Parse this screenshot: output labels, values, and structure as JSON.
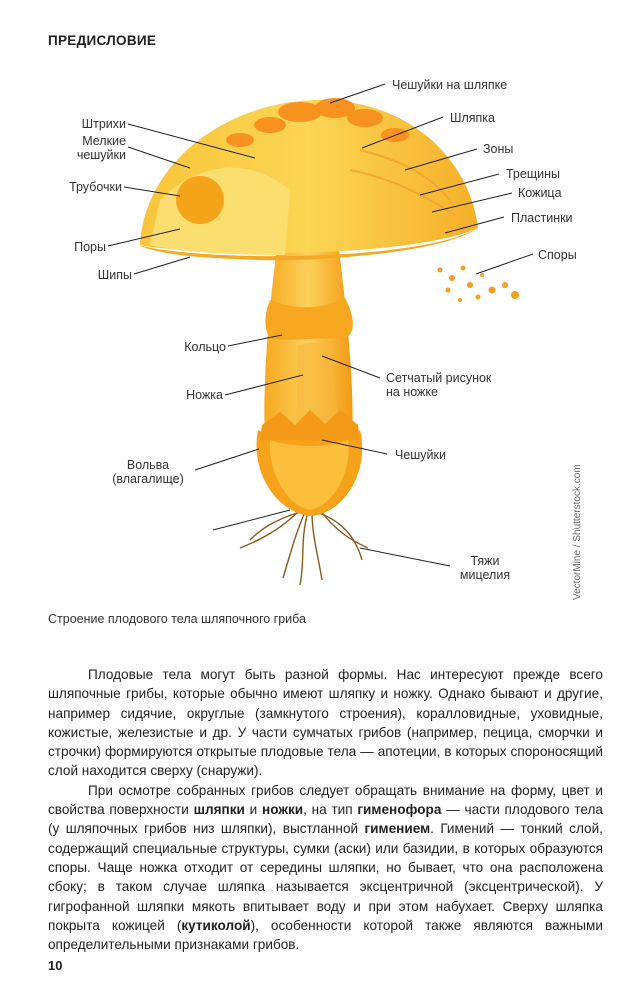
{
  "header": {
    "title": "ПРЕДИСЛОВИЕ"
  },
  "diagram": {
    "labels": {
      "scales_cap": "Чешуйки на шляпке",
      "streaks": "Штрихи",
      "small_scales": "Мелкие\nчешуйки",
      "cap": "Шляпка",
      "zones": "Зоны",
      "tubules": "Трубочки",
      "cracks": "Трещины",
      "skin": "Кожица",
      "gills": "Пластинки",
      "pores": "Поры",
      "spores": "Споры",
      "spines": "Шипы",
      "ring": "Кольцо",
      "net_pattern": "Сетчатый рисунок\nна ножке",
      "stem": "Ножка",
      "stem_scales": "Чешуйки",
      "volva": "Вольва\n(влагалище)",
      "mycelium": "Тяжи\nмицелия"
    },
    "credit": "VectorMine / Shutterstock.com",
    "caption": "Строение плодового тела шляпочного гриба",
    "colors": {
      "cap_orange": "#f7a21b",
      "cap_yellow": "#fcd24d",
      "stem": "#fbbf3b",
      "roots": "#8a5a1f"
    }
  },
  "body": {
    "p1": "Плодовые тела могут быть разной формы. Нас интересуют прежде все­го шляпочные грибы, которые обычно имеют шляпку и ножку. Однако бывают и другие, например сидячие, округлые (замкнутого строения), коралловидные, уховидные, кожистые, железистые и др. У части сумчатых грибов (например, пе­цица, сморчки и строчки) формируются открытые плодовые тела — апотеции, в которых спороносящий слой находится сверху (снаружи).",
    "p2_a": "При осмотре собранных грибов следует обращать внимание на форму, цвет и свойства поверхности ",
    "p2_b1": "шляпки",
    "p2_c": " и ",
    "p2_b2": "ножки",
    "p2_d": ", на тип ",
    "p2_b3": "гименофора",
    "p2_e": " — части плодового тела (у шляпочных грибов низ шляпки), выстланной ",
    "p2_b4": "гимением",
    "p2_f": ". Гимений — тонкий слой, содержащий специальные структуры, сумки (аски) или базидии, в которых образуются споры. Чаще ножка отходит от середины шляпки, но бывает, что она расположена сбоку; в таком случае шляпка называется эксцентричной (эксцен­трической). У гигрофанной шляпки мякоть впитывает воду и при этом набухает. Сверху шляпка покрыта кожицей (",
    "p2_b5": "кутиколой",
    "p2_g": "), особенности которой также явля­ются важными определительными признаками грибов."
  },
  "page_number": "10"
}
